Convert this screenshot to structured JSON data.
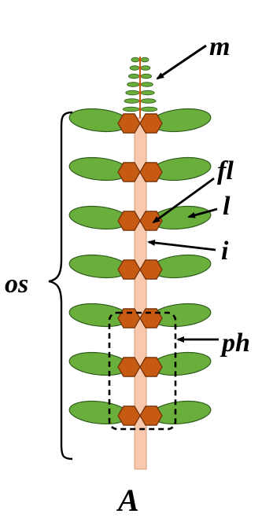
{
  "labels": {
    "m": "m",
    "fl": "fl",
    "l": "l",
    "i": "i",
    "os": "os",
    "ph": "ph"
  },
  "panel_label": "A",
  "colors": {
    "leaf": "#6aae3c",
    "leaf_stroke": "#2f5d1c",
    "flower": "#c65a12",
    "flower_stroke": "#6e2d05",
    "stem": "#f8c9ad",
    "stem_stroke": "#d99a78",
    "line": "#000000"
  },
  "leaf_pair_count": 7,
  "meristem_leaflet_rows": 7
}
